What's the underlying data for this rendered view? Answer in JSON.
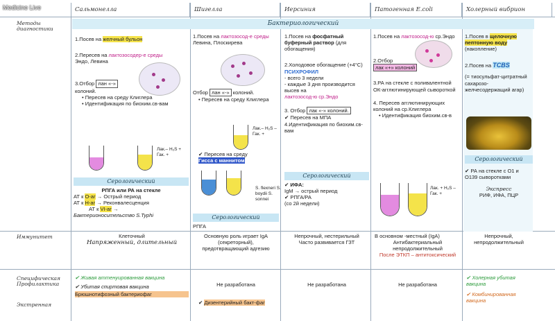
{
  "watermark": "Medicine Live",
  "columns": [
    "Сальмонелла",
    "Шигелла",
    "Иерсиния",
    "Патогенная E.coli",
    "Холерный вибрион"
  ],
  "rows": {
    "methods": "Методы диагностики",
    "immunity": "Иммунитет",
    "specific": "Специфическая Профилактика",
    "emergency": "Экстренная"
  },
  "bacteriological": "Бактериологический",
  "serological": "Серологический",
  "salmonella": {
    "s1a": "1.Посев на ",
    "s1b": "желчный бульон",
    "s2a": "2.Пересев на ",
    "s2b": "лактозосодер-е среды",
    "s2c": "Эндо, Левина",
    "s3a": "3.Отбор ",
    "s3b": "лан «-»",
    "s3c": "колоний.",
    "b1": "Пересев на среду Клиглера",
    "b2": "Идентификация по биохим.св-вам",
    "tube": "Лак.– H₂S + Гак. +",
    "r1": "РПГА или РА на стекле",
    "r2a": "АТ к ",
    "r2b": "О-аг",
    " r2c": " → Острый период",
    "r3a": "АТ к ",
    "r3b": "Н-аг",
    "r3c": " → Реконвалесценция",
    "r4a": "АТ к ",
    "r4b": "VI-аг",
    " r4c": " →",
    "r5": "Бактерионосительство S.Typhi",
    "imm1": "Клеточный",
    "imm2": "Напряженный, длительный",
    "p1": "Живая аттенуированная вакцина",
    "p2": "Убитая спиртовая вакцина",
    "p3": "Брюшнотифозный бактериофаг"
  },
  "shigella": {
    "s1a": "1.Посев на ",
    "s1b": "лактозосод-е среды",
    "s1c": " Левина, Плоскирева",
    "s2a": "Отбор ",
    "s2b": "лан «-»",
    "s2c": " колоний.",
    "b1": "Пересев на среду Клиглера",
    "tube": "Лак.– H₂S – Гак. +",
    "b2a": "Пересев на среду ",
    "b2b": "Гисса с маннитом",
    "species": "S. flexneri S. boydii S. sonnei",
    "rpga": "РПГА",
    "imm1": "Основную роль играет IgA (секреторный), предотвращающий адгезию",
    "p1": "Не разработана",
    "p2": "Дизентерийный бакт-фаг"
  },
  "yersinia": {
    "s1a": "1.Посев на ",
    "s1b": "фосфатный буферный раствор",
    "s1c": " (для обогащения)",
    "s2": "2.Холодовое обогащение (+4°C)",
    "s2b": "ПСИХРОФИЛ",
    "s2c": "- всего 3 недели",
    "s2d": "- каждые 3 дня производится высев на",
    "s2e": "лактозосод-ю ср.Эндо",
    "s3a": "3. Отбор ",
    "s3b": "лак «-» колоний.",
    "b1": "Пересев на МПА",
    "s4": "4.Идентификация по биохим.св-вам",
    "r1": "ИФА:",
    "r2": "IgM → острый период",
    "r3": "РПГА/РА",
    "r4": "(со 2й недели)",
    "imm1": "Непрочный, нестерильный",
    "imm2": "Часто развивается ГЗТ",
    "p1": "Не разработана"
  },
  "ecoli": {
    "s1a": "1.Посев на ",
    "s1b": "лактозосод-ю",
    "s1c": " ср.Эндо",
    "s2a": "2.Отбор",
    "s2b": "лак «+» колоний",
    "s3": "3.РА на стекле с поливалентной ОК-агглютинирующей сывороткой",
    "s4": "4. Пересев агглютинирующих колоний на ср.Клиглера",
    "b1": "Идентификация биохим.св-в",
    "tube": "Лак. + H₂S – Гак. +",
    "imm1": "В основном -местный (IgA)",
    "imm2": "Антибактериальный непродолжительный",
    "imm3": "После ЭТКП – антитоксический",
    "p1": "Не разработана"
  },
  "cholera": {
    "s1a": "1.Посев в ",
    "s1b": "щелочную пептонную воду",
    "s1c": " (накопление)",
    "s2a": "2.Посев на ",
    "s2b": "TCBS",
    "s2c": "(= тиосульфат-цитратный сахарозо-желчесодержащий агар)",
    "r1": "РА на стекле с О1 и О139 сыворотками",
    "express": "Экспресс",
    "r2": "РИФ, ИФА, ПЦР",
    "imm1": "Непрочный, непродолжительный",
    "p1": "Холерная убитая вакцина",
    "p2": "Комбинированная вакцина"
  }
}
